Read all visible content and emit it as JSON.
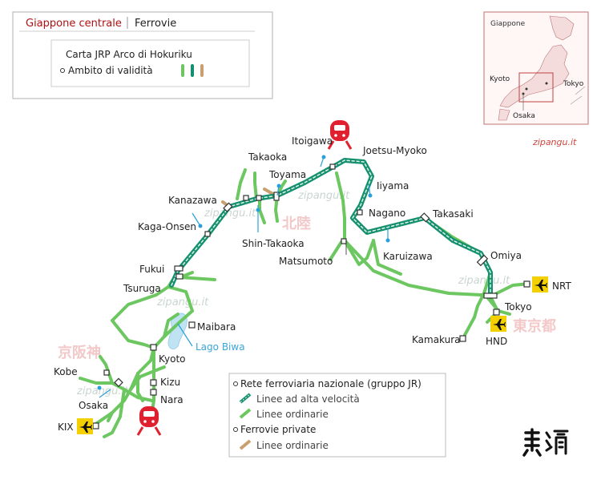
{
  "header": {
    "region": "Giappone centrale",
    "category": "Ferrovie"
  },
  "pass_box": {
    "title": "Carta JRP Arco di Hokuriku",
    "validity": "Ambito di validità"
  },
  "inset": {
    "title": "Giappone",
    "labels": {
      "kyoto": "Kyoto",
      "tokyo": "Tokyo",
      "osaka": "Osaka"
    }
  },
  "watermarks": {
    "site": "zipangu.it"
  },
  "regions": {
    "hokuriku": "北陸",
    "tokyo": "東京都",
    "keihanshin": "京阪神"
  },
  "stations": {
    "itoigawa": "Itoigawa",
    "joetsu_myoko": "Joetsu-Myoko",
    "takaoka": "Takaoka",
    "toyama": "Toyama",
    "iiyama": "Iiyama",
    "kanazawa": "Kanazawa",
    "nagano": "Nagano",
    "takasaki": "Takasaki",
    "kaga_onsen": "Kaga-Onsen",
    "shin_takaoka": "Shin-Takaoka",
    "matsumoto": "Matsumoto",
    "karuizawa": "Karuizawa",
    "omiya": "Omiya",
    "fukui": "Fukui",
    "tsuruga": "Tsuruga",
    "nrt": "NRT",
    "tokyo": "Tokyo",
    "maibara": "Maibara",
    "kamakura": "Kamakura",
    "hnd": "HND",
    "lago_biwa": "Lago Biwa",
    "kyoto": "Kyoto",
    "kobe": "Kobe",
    "kizu": "Kizu",
    "osaka": "Osaka",
    "nara": "Nara",
    "kix": "KIX"
  },
  "legend": {
    "jr": "Rete ferroviaria nazionale (gruppo JR)",
    "hsr": "Linee ad alta velocità",
    "ordinary": "Linee ordinarie",
    "private": "Ferrovie private",
    "private_ordinary": "Linee ordinarie"
  },
  "colors": {
    "ordinary_line": "#6cc760",
    "shinkansen_line": "#15906e",
    "private_line": "#c8a070",
    "header_accent": "#b01010",
    "train_icon": "#e0202e",
    "airport_icon": "#f5d000",
    "station_blue": "#2aa0d8"
  },
  "icons": [
    "train-icon",
    "airport-icon",
    "seal-icon"
  ]
}
